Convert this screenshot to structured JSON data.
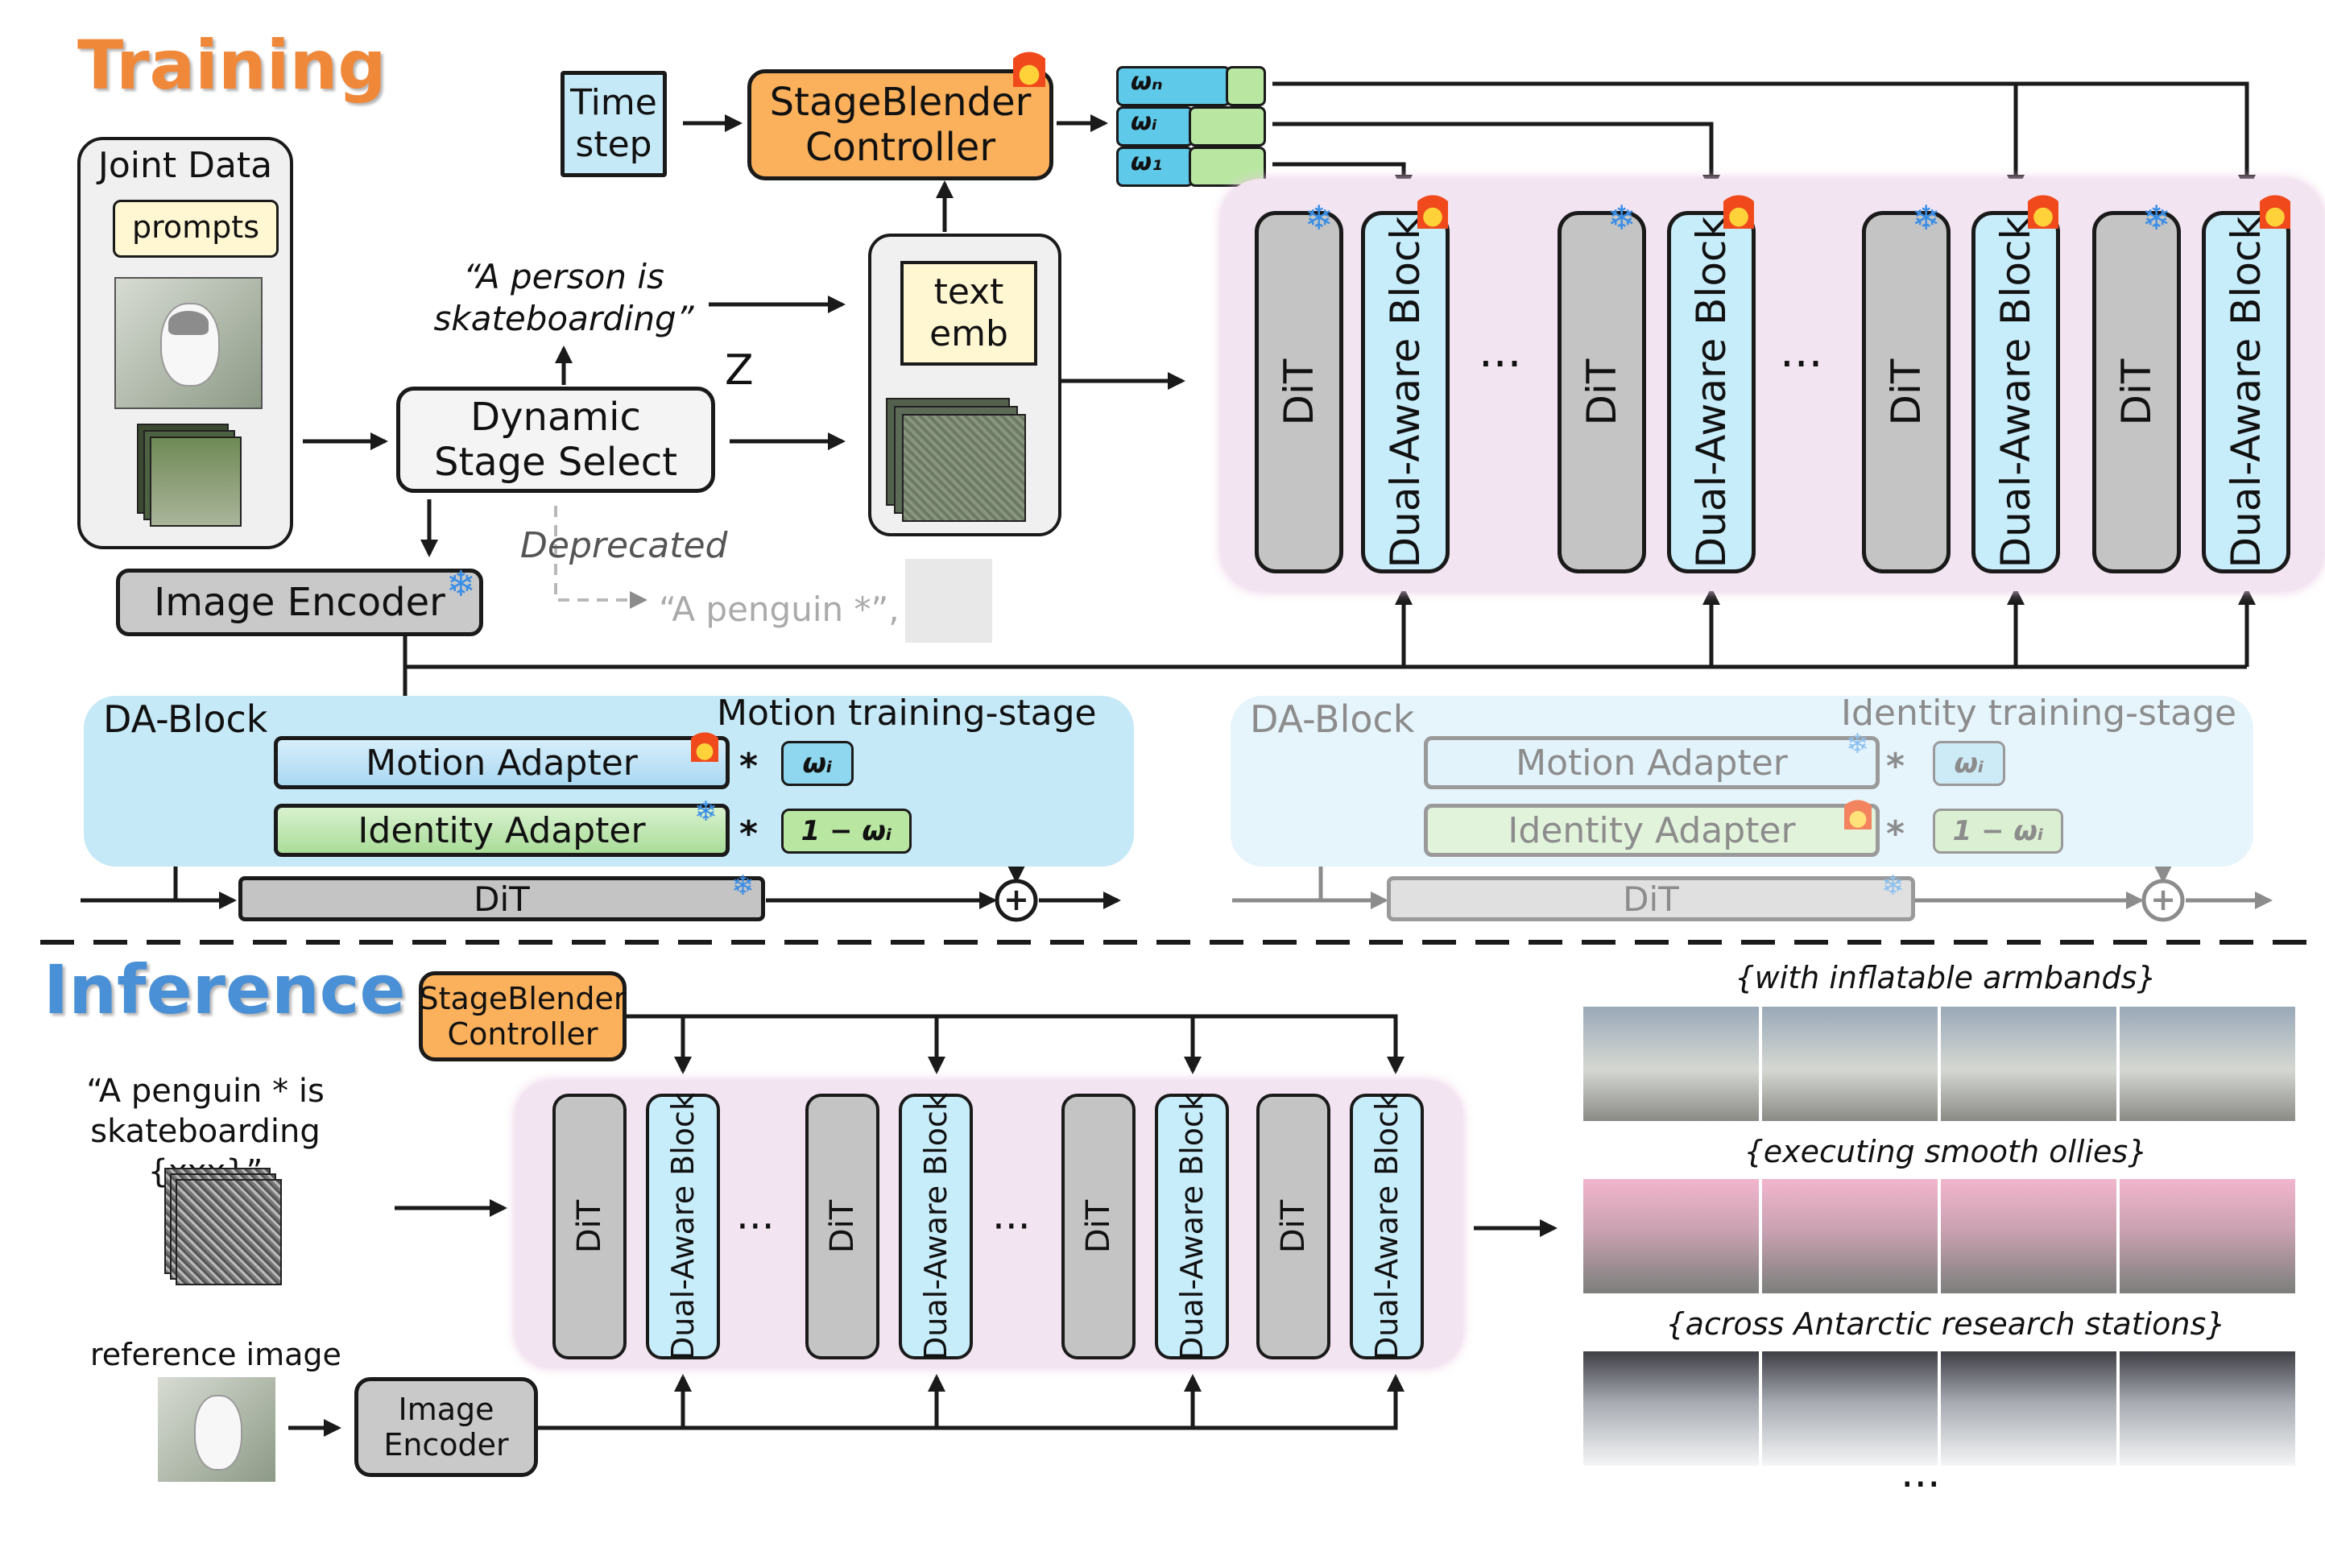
{
  "headings": {
    "training": "Training",
    "inference": "Inference"
  },
  "training": {
    "joint_data": "Joint Data",
    "prompts": "prompts",
    "time_step": [
      "Time",
      "step"
    ],
    "controller": [
      "StageBlender",
      "Controller"
    ],
    "weights": [
      "ωₙ",
      "ωᵢ",
      "ω₁"
    ],
    "quote": [
      "“A person is",
      "skateboarding”"
    ],
    "z": "Z",
    "dynamic_select": [
      "Dynamic",
      "Stage Select"
    ],
    "text_emb": [
      "text",
      "emb"
    ],
    "deprecated": "Deprecated",
    "penguin_prompt": "“A penguin *”,",
    "image_encoder": "Image Encoder",
    "dit": "DiT",
    "dab": "Dual-Aware Block",
    "ellipsis": "···"
  },
  "da_block": {
    "title": "DA-Block",
    "motion_stage": "Motion training-stage",
    "identity_stage": "Identity training-stage",
    "motion_adapter": "Motion Adapter",
    "identity_adapter": "Identity Adapter",
    "dit": "DiT",
    "w_i": "ωᵢ",
    "one_minus_w": "1 − ωᵢ",
    "star": "*",
    "plus": "+"
  },
  "inference": {
    "controller": [
      "StageBlender",
      "Controller"
    ],
    "prompt": [
      "“A penguin * is",
      "skateboarding {xxx}”"
    ],
    "reference": "reference image",
    "image_encoder": [
      "Image",
      "Encoder"
    ],
    "dit": "DiT",
    "dab": "Dual-Aware Block",
    "ellipsis": "···",
    "captions": [
      "{with inflatable armbands}",
      "{executing smooth ollies}",
      "{across Antarctic research stations}"
    ],
    "more": "···"
  },
  "colors": {
    "orange": "#fbb05b",
    "pink_panel": "#f3e4f1",
    "blue_panel": "#c6e9f7",
    "gray_block": "#c4c4c4",
    "light_blue_block": "#c7ecfa"
  }
}
